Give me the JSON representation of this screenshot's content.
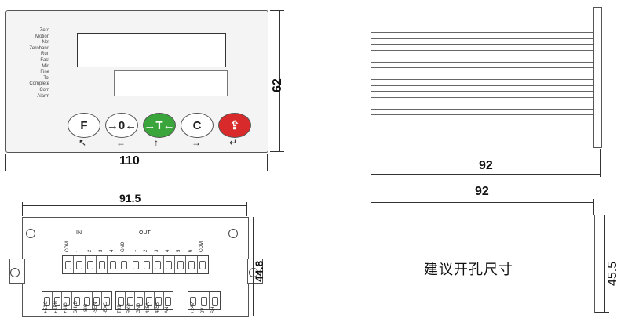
{
  "front": {
    "indicators": [
      "Zero",
      "Motion",
      "Net",
      "Zeroband",
      "Run",
      "Fast",
      "Mid",
      "Fine",
      "Tol",
      "Complete",
      "Com",
      "Alarm"
    ],
    "keys": [
      {
        "label": "F",
        "style": "plain",
        "hint": "↖"
      },
      {
        "label": "→0←",
        "style": "plain",
        "hint": "←"
      },
      {
        "label": "→T←",
        "style": "green",
        "hint": "↑"
      },
      {
        "label": "C",
        "style": "plain",
        "hint": "→"
      },
      {
        "label": "⇪",
        "style": "red",
        "hint": "↵"
      }
    ],
    "width_dim": "110",
    "height_dim": "62"
  },
  "side": {
    "depth_dim": "92"
  },
  "rear": {
    "width_dim": "91.5",
    "height_dim": "44.8",
    "in_group": "IN",
    "out_group": "OUT",
    "top_terminals": [
      "COM",
      "1",
      "2",
      "3",
      "4",
      "GND",
      "1",
      "2",
      "3",
      "4",
      "5",
      "6",
      "COM"
    ],
    "bottom_left_terminals": [
      "+EXC",
      "+SEN",
      "+SIG",
      "SHLD",
      "-SIG",
      "-SEN",
      "-EXC"
    ],
    "bottom_mid_terminals": [
      "TXD",
      "RXD",
      "GND",
      "485A",
      "485B",
      "AN+"
    ],
    "bottom_right_terminals": [
      "+24V",
      "0V",
      "SH"
    ]
  },
  "cutout": {
    "width_dim": "92",
    "height_dim": "45.5",
    "note": "建议开孔尺寸"
  }
}
